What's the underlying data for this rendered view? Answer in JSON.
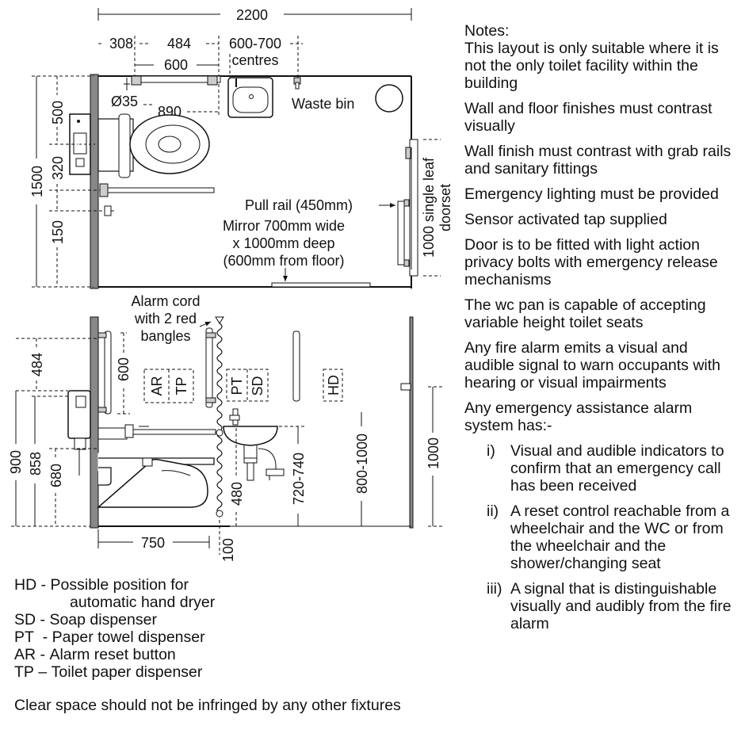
{
  "plan": {
    "dims": {
      "width_total": "2200",
      "d308": "308",
      "d484_top": "484",
      "centres": "600-700",
      "centres_word": "centres",
      "d600_top": "600",
      "dia35": "Ø35",
      "d890": "890",
      "d500": "500",
      "d1500": "1500",
      "d320": "320",
      "d150": "150",
      "door": "1000 single leaf",
      "door2": "doorset"
    },
    "labels": {
      "waste_bin": "Waste bin",
      "pull_rail": "Pull rail (450mm)",
      "mirror_1": "Mirror 700mm wide",
      "mirror_2": "x 1000mm deep",
      "mirror_3": "(600mm from floor)"
    }
  },
  "elevation": {
    "alarm_1": "Alarm cord",
    "alarm_2": "with 2 red",
    "alarm_3": "bangles",
    "dims": {
      "d484": "484",
      "d600": "600",
      "d900": "900",
      "d858": "858",
      "d680": "680",
      "d480": "480",
      "d720_740": "720-740",
      "d800_1000": "800-1000",
      "d1000": "1000",
      "d750": "750",
      "d100": "100"
    },
    "boxes": {
      "ar": "AR",
      "tp": "TP",
      "pt": "PT",
      "sd": "SD",
      "hd": "HD"
    }
  },
  "legend": [
    {
      "abbr": "HD",
      "sep": " - ",
      "text": "Possible position for"
    },
    {
      "abbr": "",
      "sep": "",
      "text": "automatic hand dryer"
    },
    {
      "abbr": "SD",
      "sep": " - ",
      "text": "Soap dispenser"
    },
    {
      "abbr": "PT",
      "sep": "  - ",
      "text": "Paper towel dispenser"
    },
    {
      "abbr": "AR",
      "sep": " - ",
      "text": "Alarm reset button"
    },
    {
      "abbr": "TP",
      "sep": " – ",
      "text": "Toilet paper dispenser"
    }
  ],
  "clear_space": "Clear space should not be infringed by any other fixtures",
  "notes": {
    "heading": "Notes:",
    "items": [
      "This layout is only suitable where it is not the only toilet facility within the building",
      "Wall and floor finishes must contrast visually",
      "Wall finish must contrast with grab rails and sanitary fittings",
      "Emergency lighting must be provided",
      "Sensor activated tap supplied",
      "Door is to be fitted with light action privacy bolts with emergency release mechanisms",
      "The wc pan is capable of accepting variable height toilet seats",
      "Any fire alarm emits a visual and audible signal to warn occupants with hearing or visual impairments",
      "Any emergency assistance alarm system has:-"
    ],
    "subitems": [
      {
        "num": "i)",
        "text": "Visual and audible indicators to confirm that an emergency call has been received"
      },
      {
        "num": "ii)",
        "text": "A reset control reachable from a wheelchair and the WC or from the wheelchair and the shower/changing seat"
      },
      {
        "num": "iii)",
        "text": "A signal that is distinguishable visually and audibly from the fire alarm"
      }
    ]
  }
}
